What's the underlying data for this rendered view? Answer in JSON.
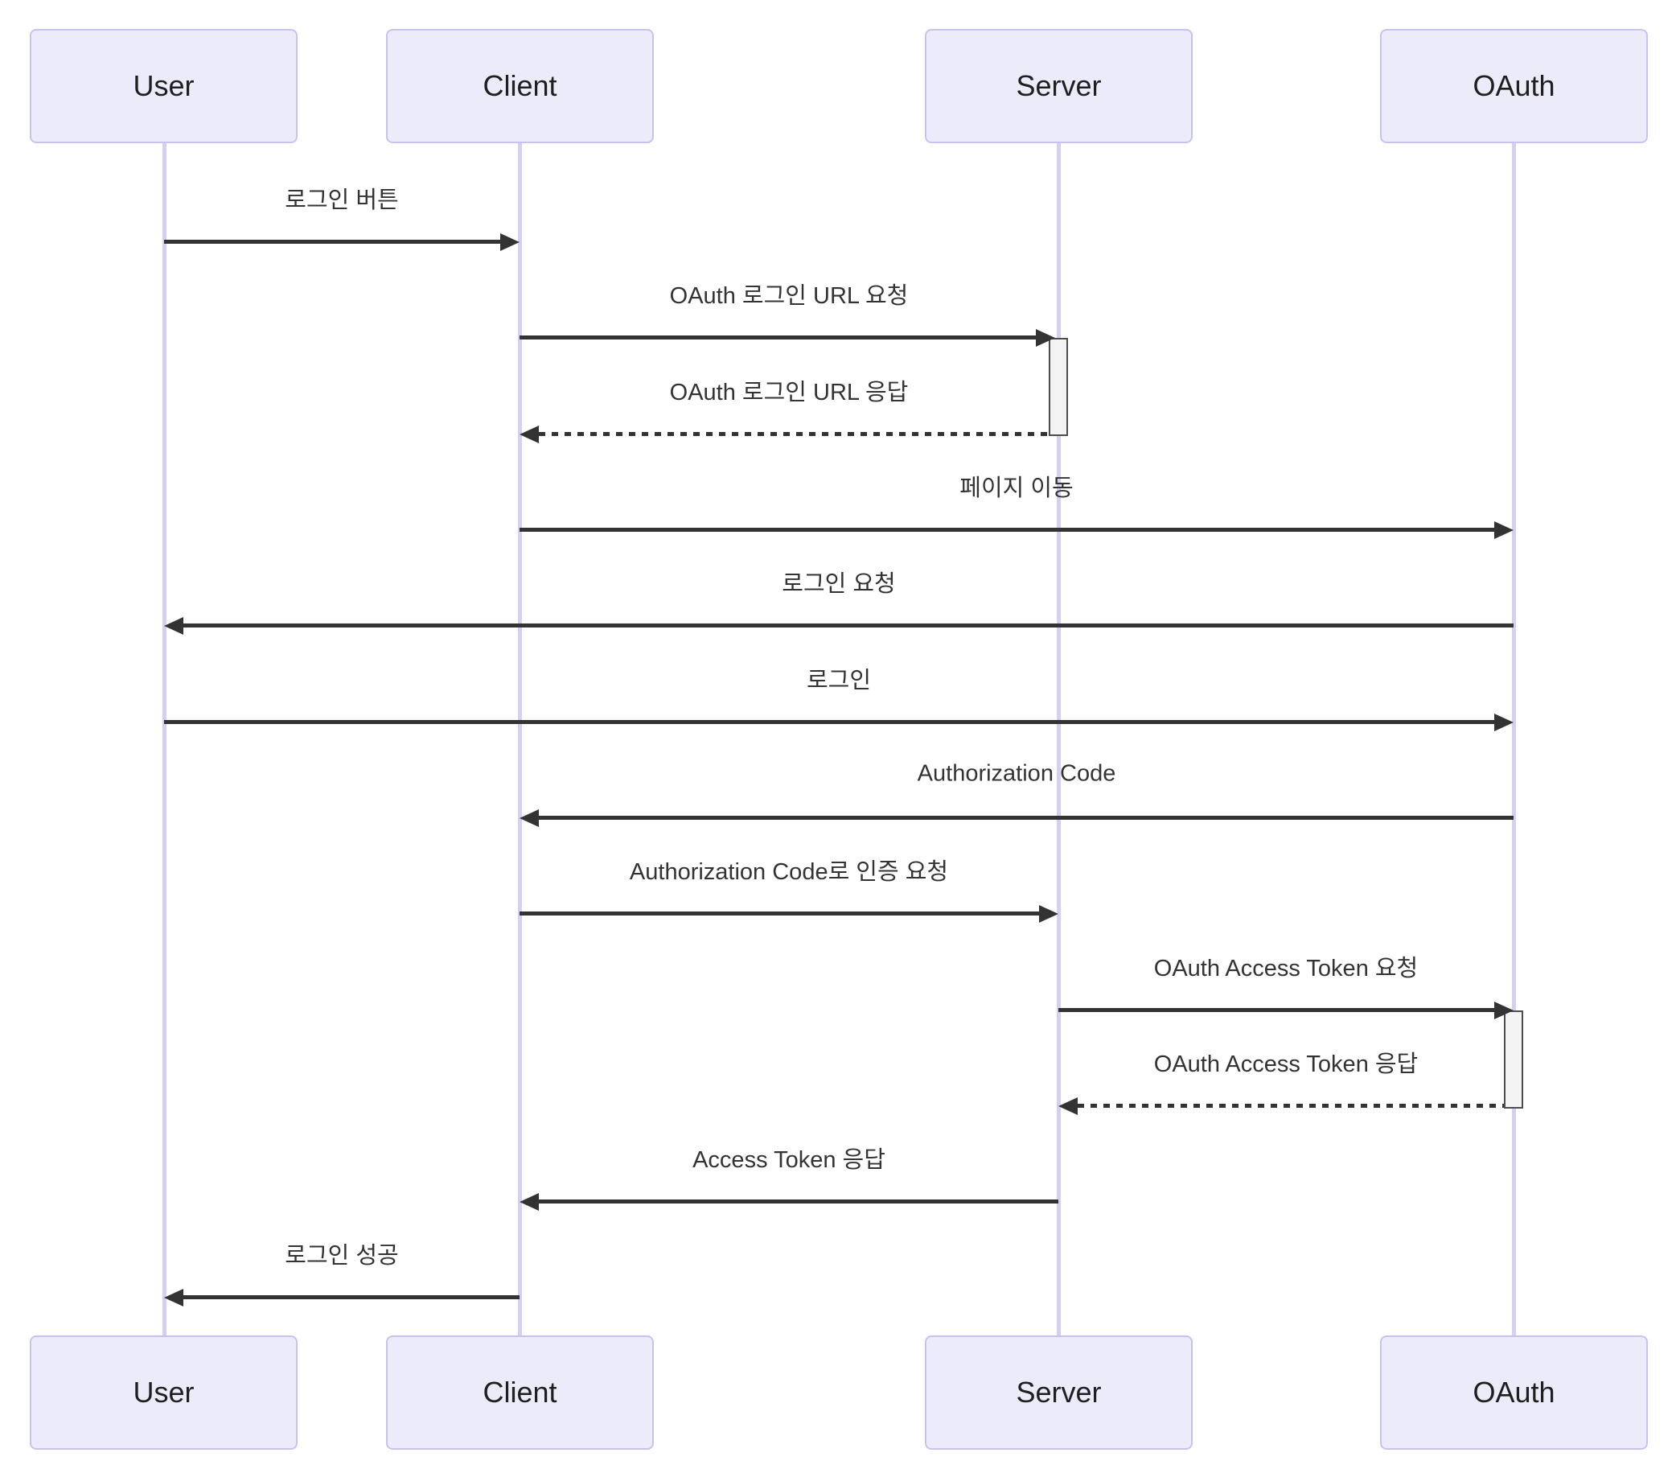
{
  "diagram": {
    "type": "sequence",
    "participants": [
      {
        "id": "user",
        "label": "User"
      },
      {
        "id": "client",
        "label": "Client"
      },
      {
        "id": "server",
        "label": "Server"
      },
      {
        "id": "oauth",
        "label": "OAuth"
      }
    ],
    "messages": [
      {
        "from": "user",
        "to": "client",
        "text": "로그인 버튼",
        "line": "solid"
      },
      {
        "from": "client",
        "to": "server",
        "text": "OAuth 로그인 URL 요청",
        "line": "solid",
        "activates": "server"
      },
      {
        "from": "server",
        "to": "client",
        "text": "OAuth 로그인 URL 응답",
        "line": "dashed",
        "deactivates": "server"
      },
      {
        "from": "client",
        "to": "oauth",
        "text": "페이지 이동",
        "line": "solid"
      },
      {
        "from": "oauth",
        "to": "user",
        "text": "로그인 요청",
        "line": "solid"
      },
      {
        "from": "user",
        "to": "oauth",
        "text": "로그인",
        "line": "solid"
      },
      {
        "from": "oauth",
        "to": "client",
        "text": "Authorization Code",
        "line": "solid"
      },
      {
        "from": "client",
        "to": "server",
        "text": "Authorization Code로 인증 요청",
        "line": "solid"
      },
      {
        "from": "server",
        "to": "oauth",
        "text": "OAuth Access Token 요청",
        "line": "solid",
        "activates": "oauth"
      },
      {
        "from": "oauth",
        "to": "server",
        "text": "OAuth Access Token 응답",
        "line": "dashed",
        "deactivates": "oauth"
      },
      {
        "from": "server",
        "to": "client",
        "text": "Access Token 응답",
        "line": "solid"
      },
      {
        "from": "client",
        "to": "user",
        "text": "로그인 성공",
        "line": "solid"
      }
    ],
    "activations": [
      {
        "participant": "server"
      },
      {
        "participant": "oauth"
      }
    ],
    "colors": {
      "background": "#ffffff",
      "actor_fill": "#ECEBFA",
      "actor_border": "#C8C3EE",
      "actor_text": "#1F1F1F",
      "lifeline": "#D7CFF2",
      "arrow": "#333333",
      "message_text": "#333333",
      "activation_fill": "#F4F4F4",
      "activation_border": "#4D4D4D"
    }
  }
}
